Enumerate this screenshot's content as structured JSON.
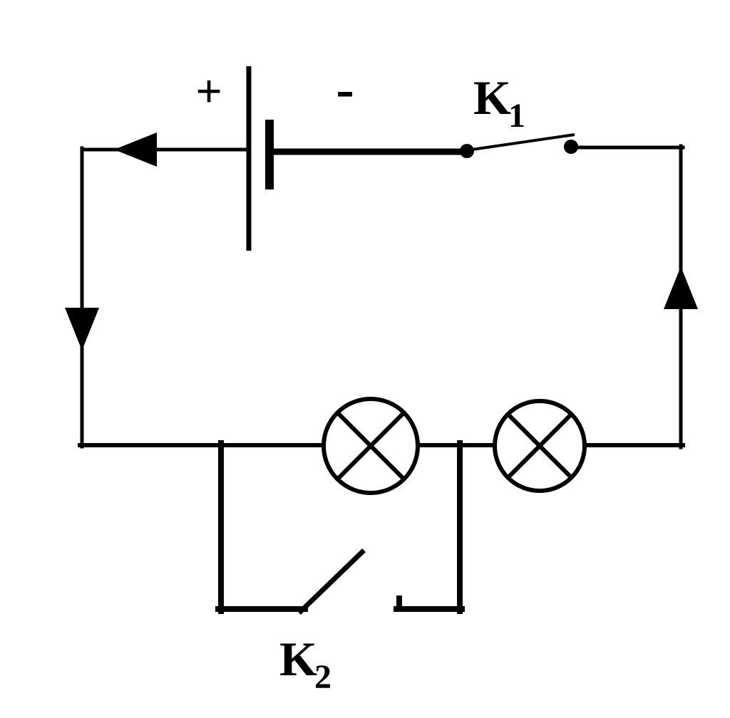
{
  "diagram": {
    "kind": "circuit-diagram",
    "labels": {
      "battery_positive": "+",
      "battery_negative": "-",
      "switch1_main": "K",
      "switch1_sub": "1",
      "switch2_main": "K",
      "switch2_sub": "2"
    },
    "components": {
      "lamp_count": 2,
      "switch_count": 2,
      "battery_count": 1,
      "current_arrow_count": 3
    },
    "colors": {
      "line": "#000000",
      "background": "#ffffff"
    }
  }
}
